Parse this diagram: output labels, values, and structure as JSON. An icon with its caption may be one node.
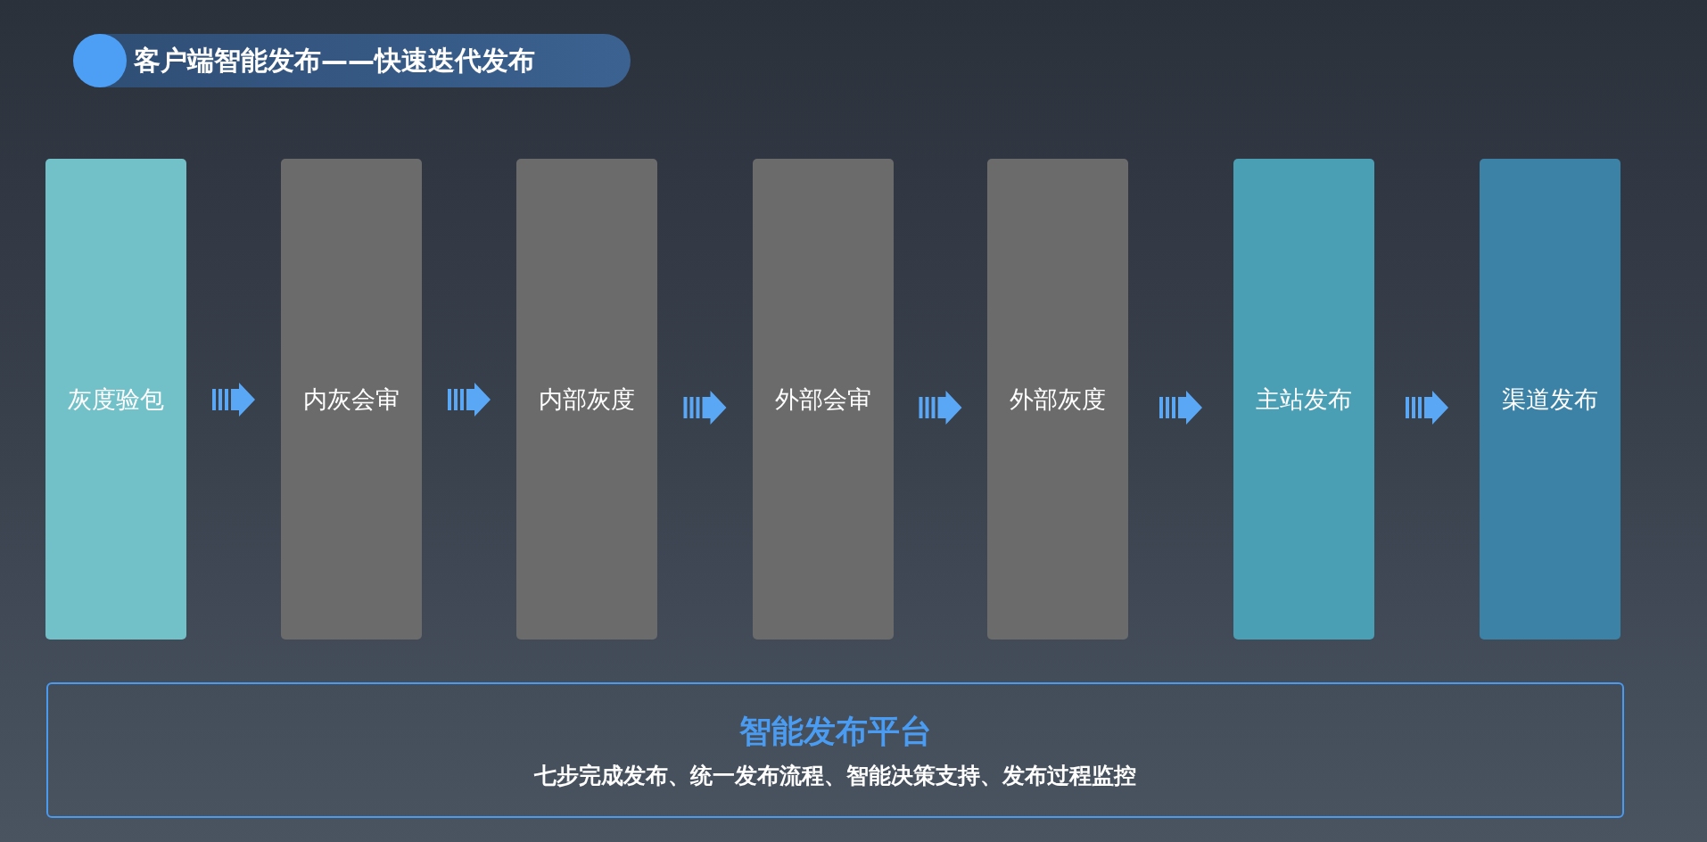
{
  "diagram": {
    "title": "客户端智能发布——快速迭代发布",
    "nodes": [
      {
        "text": [
          "灰度验包"
        ]
      },
      {
        "text": [
          "内灰会审"
        ]
      },
      {
        "text": [
          "内部灰度"
        ]
      },
      {
        "text": [
          "外部会审"
        ]
      },
      {
        "text": [
          "外部灰度"
        ]
      },
      {
        "text": [
          "主站发布"
        ]
      },
      {
        "text": [
          "渠道发布"
        ]
      },
      {
        "text": [
          "智能发布平台",
          "七步完成发布、统一发布流程、智能决策支持、发布过程监控"
        ]
      }
    ],
    "edges": [
      {
        "from": 0,
        "to": 1,
        "arrow": "to"
      },
      {
        "from": 1,
        "to": 2,
        "arrow": "to"
      },
      {
        "from": 2,
        "to": 3,
        "arrow": "to"
      },
      {
        "from": 3,
        "to": 4,
        "arrow": "to"
      },
      {
        "from": 4,
        "to": 5,
        "arrow": "to"
      },
      {
        "from": 5,
        "to": 6,
        "arrow": "to"
      }
    ]
  }
}
